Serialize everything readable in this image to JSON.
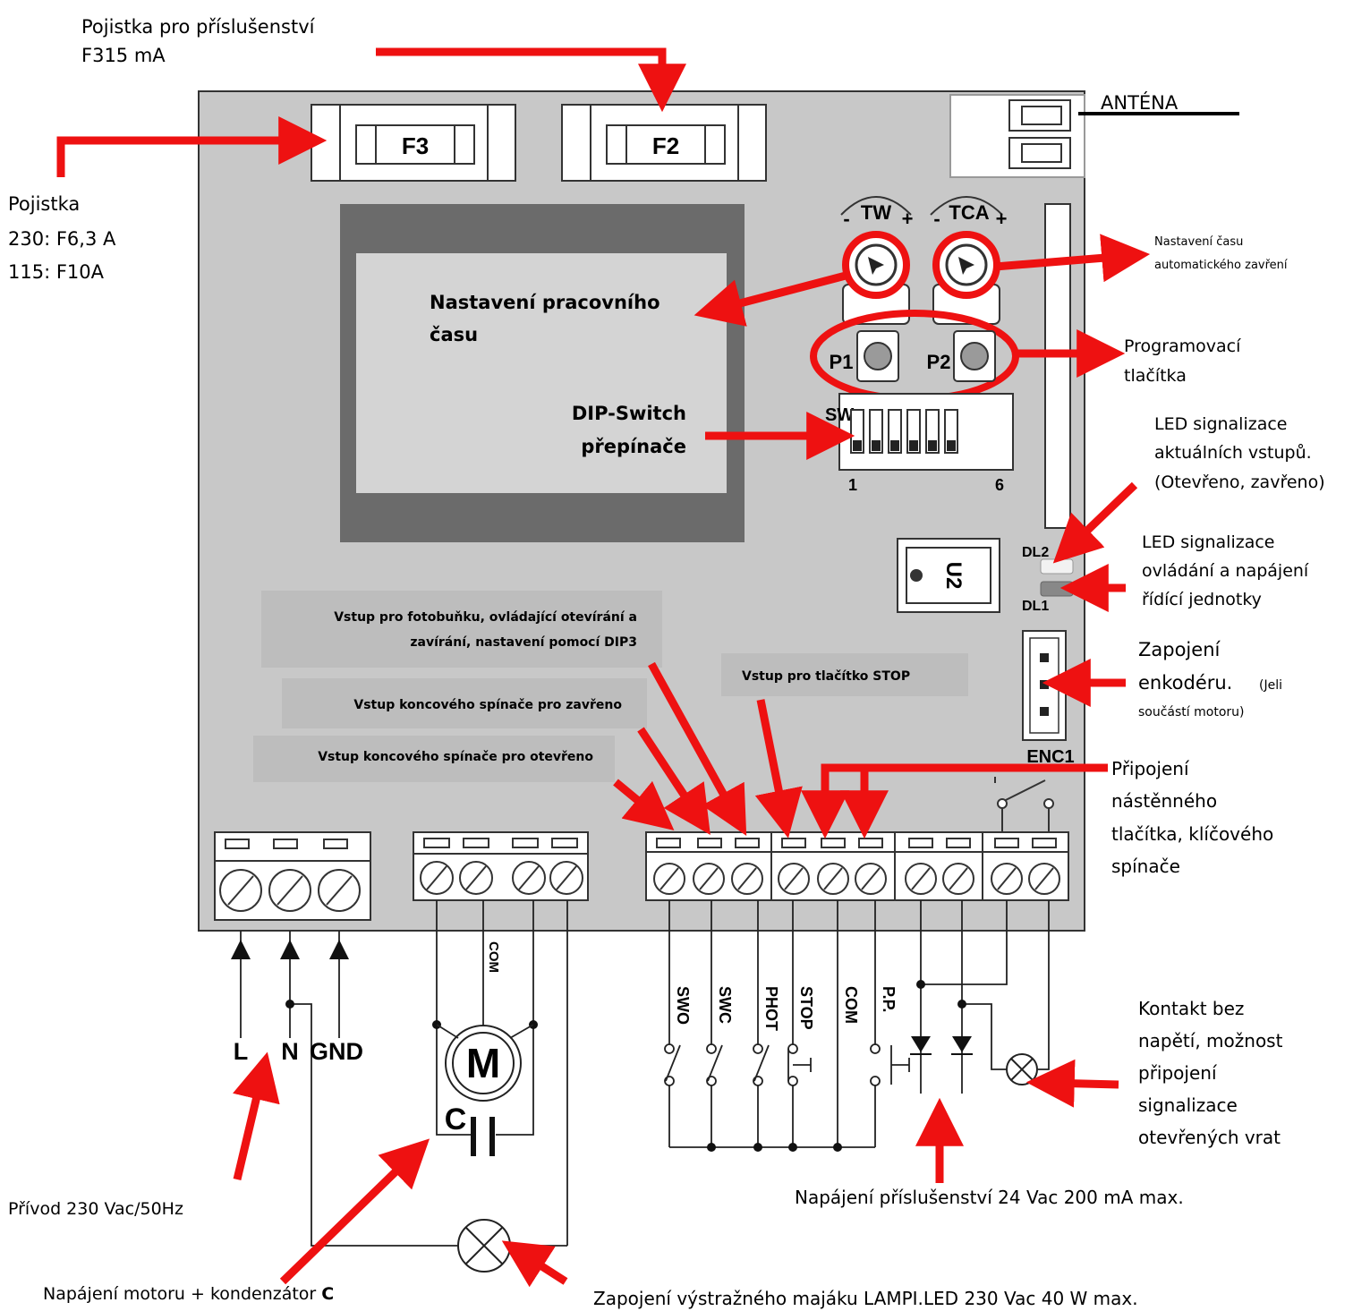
{
  "board": {
    "fuse_f3": "F3",
    "fuse_f2": "F2",
    "pot_tw": "TW",
    "pot_tca": "TCA",
    "btn_p1": "P1",
    "btn_p2": "P2",
    "sw_label": "SW",
    "sw_first": "1",
    "sw_last": "6",
    "ic_label": "U2",
    "led_dl2": "DL2",
    "led_dl1": "DL1",
    "enc_label": "ENC1",
    "motor": "M",
    "capacitor": "C",
    "com_motor": "COM",
    "minus": "-",
    "plus": "+"
  },
  "terminals": {
    "power": [
      "L",
      "N",
      "GND"
    ],
    "inputs": [
      "SWO",
      "SWC",
      "PHOT",
      "STOP",
      "COM",
      "P.P."
    ]
  },
  "labels": {
    "fuse_acc_line1": "Pojistka pro příslušenství",
    "fuse_acc_line2": "F315 mA",
    "fuse_main_line1": "Pojistka",
    "fuse_main_line2": "230: F6,3 A",
    "fuse_main_line3": "115: F10A",
    "antenna": "ANTÉNA",
    "work_time_line1": "Nastavení pracovního",
    "work_time_line2": "času",
    "dip_line1": "DIP-Switch",
    "dip_line2": "přepínače",
    "auto_close_line1": "Nastavení času",
    "auto_close_line2": "automatického zavření",
    "prog_line1": "Programovací",
    "prog_line2": "tlačítka",
    "led_in_line1": "LED signalizace",
    "led_in_line2": "aktuálních vstupů.",
    "led_in_line3": "(Otevřeno, zavřeno)",
    "led_pwr_line1": "LED signalizace",
    "led_pwr_line2": "ovládání a napájení",
    "led_pwr_line3": "řídící jednotky",
    "enc_line1": "Zapojení",
    "enc_line2": "enkodéru.",
    "enc_line2b": "(Jeli",
    "enc_line3": "součástí motoru)",
    "photo_line1": "Vstup pro fotobuňku, ovládající otevírání a",
    "photo_line2": "zavírání, nastavení pomocí DIP3",
    "stop_input": "Vstup pro tlačítko STOP",
    "limit_closed": "Vstup koncového spínače pro zavřeno",
    "limit_open": "Vstup koncového spínače pro otevřeno",
    "wall_line1": "Připojení",
    "wall_line2": "nástěnného",
    "wall_line3": "tlačítka, klíčového",
    "wall_line4": "spínače",
    "contact_line1": "Kontakt bez",
    "contact_line2": "napětí, možnost",
    "contact_line3": "připojení",
    "contact_line4": "signalizace",
    "contact_line5": "otevřených vrat",
    "supply": "Přívod 230 Vac/50Hz",
    "motor_supply": "Napájení motoru + kondenzátor",
    "motor_supply_bold": "C",
    "acc_supply": "Napájení příslušenství 24 Vac 200 mA max.",
    "beacon": "Zapojení výstražného majáku LAMPI.LED 230 Vac 40 W max."
  },
  "colors": {
    "arrow": "#ee1111",
    "board": "#c8c8c8",
    "label_box": "#bdbdbd",
    "dark_panel": "#6b6b6b"
  }
}
